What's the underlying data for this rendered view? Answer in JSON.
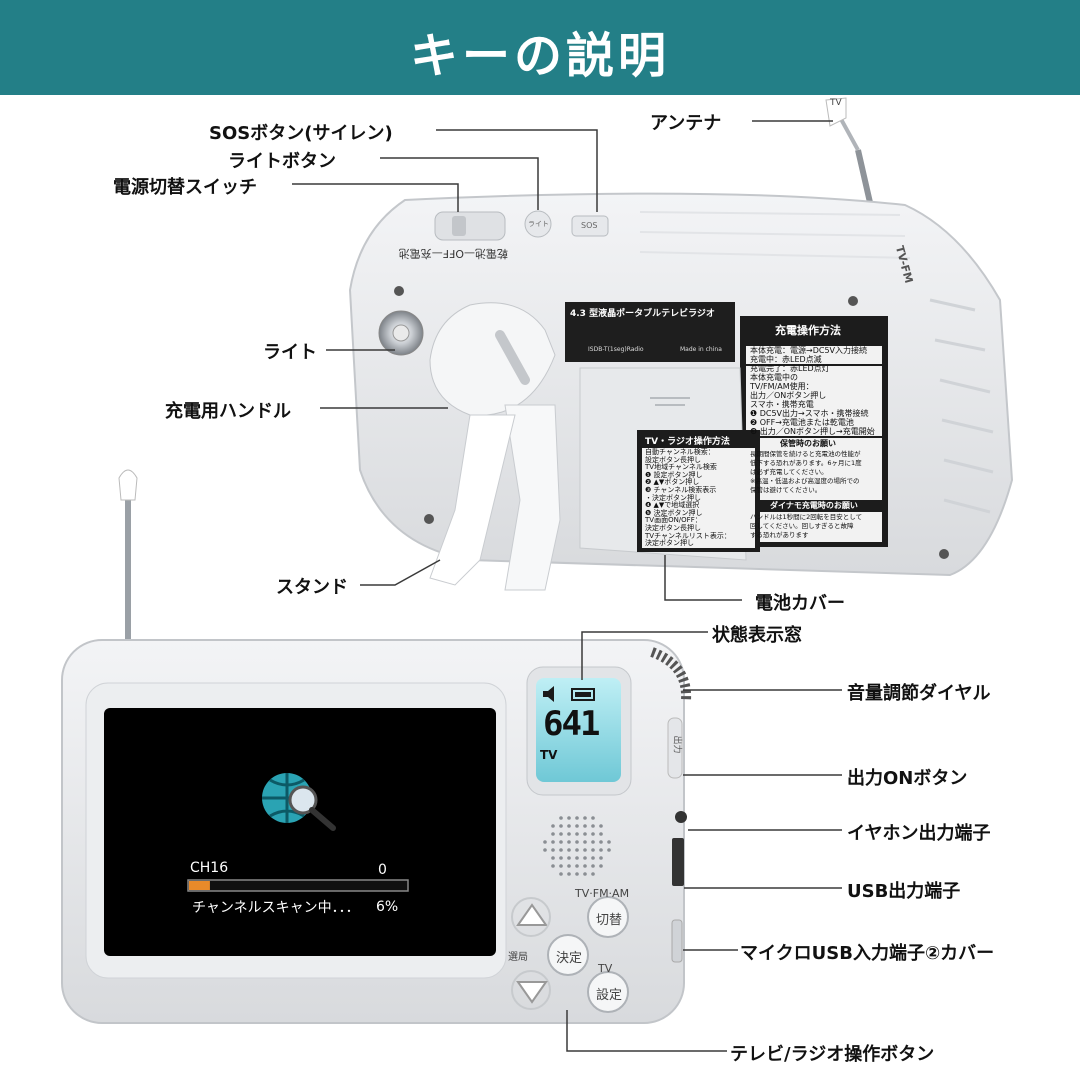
{
  "banner": {
    "title": "キーの説明",
    "color": "#237f87"
  },
  "labels": {
    "sos": "SOSボタン(サイレン)",
    "light_btn": "ライトボタン",
    "power_switch": "電源切替スイッチ",
    "antenna": "アンテナ",
    "light": "ライト",
    "handle": "充電用ハンドル",
    "stand": "スタンド",
    "battery_cover": "電池カバー",
    "status_window": "状態表示窓",
    "volume_dial": "音量調節ダイヤル",
    "output_on": "出力ONボタン",
    "earphone": "イヤホン出力端子",
    "usb_out": "USB出力端子",
    "micro_usb": "マイクロUSB入力端子②カバー",
    "tv_radio_btn": "テレビ/ラジオ操作ボタン"
  },
  "back_device": {
    "switch_text": "乾電池—OFF—充電池",
    "light_btn_text": "ライト",
    "sos_btn_text": "SOS",
    "antenna_tag": "TV",
    "side_text": "TV-FM",
    "spec_title": "4.3 型液晶ポータブルテレビラジオ",
    "spec_footer_left": "ISDB-T(1seg)Radio",
    "spec_footer_right": "Made in china",
    "charge_panel": {
      "title": "充電操作方法",
      "lines": [
        "本体充電：電源→DC5V入力接続",
        "充電中：赤LED点滅",
        "充電完了：赤LED点灯",
        "本体充電中の",
        "TV/FM/AM使用：",
        "出力／ONボタン押し",
        "スマホ・携帯充電",
        "❶ DC5V出力→スマホ・携帯接続",
        "❷ OFF→充電池または乾電池",
        "❸ 出力／ONボタン押し→充電開始"
      ],
      "storage_title": "保管時のお願い",
      "storage_lines": [
        "長期間保管を続けると充電池の性能が",
        "低下する恐れがあります。6ヶ月に1度",
        "は必ず充電してください。",
        "※高温・低温および高湿度の場所での",
        "保管は避けてください。"
      ],
      "dynamo_title": "ダイナモ充電時のお願い",
      "dynamo_lines": [
        "ハンドルは1秒間に2回転を目安として",
        "回してください。回しすぎると故障",
        "する恐れがあります"
      ]
    },
    "tv_panel": {
      "title": "TV・ラジオ操作方法",
      "lines": [
        "自動チャンネル検索：",
        "設定ボタン長押し",
        "TV地域チャンネル検索",
        "❶ 設定ボタン押し",
        "❷ ▲▼ボタン押し",
        "❸ チャンネル検索表示",
        "・決定ボタン押し",
        "❹ ▲▼で地域選択",
        "❺ 決定ボタン押し",
        "TV画面ON/OFF：",
        "決定ボタン長押し",
        "TVチャンネルリスト表示：",
        "決定ボタン押し"
      ]
    }
  },
  "front_device": {
    "lcd": {
      "digits": "641",
      "mode": "TV"
    },
    "screen": {
      "channel": "CH16",
      "signal": "0",
      "status": "チャンネルスキャン中．．．",
      "percent": "6%",
      "progress": 0.06
    },
    "mode_label": "TV·FM·AM",
    "switch_btn": "切替",
    "decide_btn": "決定",
    "seek_label": "選局",
    "tv_label": "TV",
    "setting_btn": "設定",
    "side_label": "出力"
  }
}
